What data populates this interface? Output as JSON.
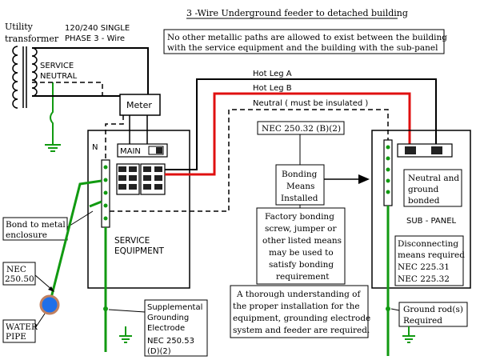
{
  "title": "3 -Wire Underground feeder to detached building",
  "transformer": {
    "label_line1": "Utility",
    "label_line2": "transformer",
    "supply_line1": "120/240 SINGLE",
    "supply_line2": "PHASE 3 - Wire",
    "service_neutral_line1": "SERVICE",
    "service_neutral_line2": "NEUTRAL"
  },
  "notice": {
    "line1": "No other metallic paths are allowed to exist between the building",
    "line2": "with  the service equipment and the building with the sub-panel"
  },
  "feeders": {
    "hot_a": "Hot Leg A",
    "hot_b": "Hot Leg B",
    "neutral": "Neutral  ( must be insulated )"
  },
  "meter_label": "Meter",
  "neutral_n": "N",
  "main_label": "MAIN",
  "bond_note": {
    "line1": "Bond to metal",
    "line2": "enclosure"
  },
  "service_equipment": {
    "line1": "SERVICE",
    "line2": "EQUIPMENT"
  },
  "nec_25050": {
    "line1": "NEC",
    "line2": "250.50"
  },
  "water_pipe": {
    "line1": "WATER",
    "line2": "PIPE"
  },
  "supplemental": {
    "line1": "Supplemental",
    "line2": "Grounding",
    "line3": "Electrode",
    "line4": "NEC 250.53",
    "line5": "(D)(2)"
  },
  "nec_25032": "NEC 250.32 (B)(2)",
  "bonding_means": {
    "line1": "Bonding",
    "line2": "Means",
    "line3": "Installed"
  },
  "factory_bonding": {
    "line1": "Factory bonding",
    "line2": "screw, jumper or",
    "line3": "other listed means",
    "line4": "may be used to",
    "line5": "satisfy bonding",
    "line6": "requirement"
  },
  "thorough": {
    "line1": "A thorough understanding of",
    "line2": "the proper installation for the",
    "line3": "equipment, grounding electrode",
    "line4": "system and feeder are required."
  },
  "neutral_ground": {
    "line1": "Neutral and",
    "line2": "ground",
    "line3": "bonded"
  },
  "sub_panel": "SUB - PANEL",
  "disconnecting": {
    "line1": "Disconnecting",
    "line2": "means required",
    "line3": "NEC 225.31",
    "line4": "NEC 225.32"
  },
  "ground_rod": {
    "line1": "Ground rod(s)",
    "line2": "Required"
  },
  "colors": {
    "ground_wire": "#119a11",
    "hot_b_wire": "#e01010",
    "water_pipe_fill": "#1f6fe8",
    "water_pipe_ring": "#c08060",
    "breaker": "#222222"
  }
}
